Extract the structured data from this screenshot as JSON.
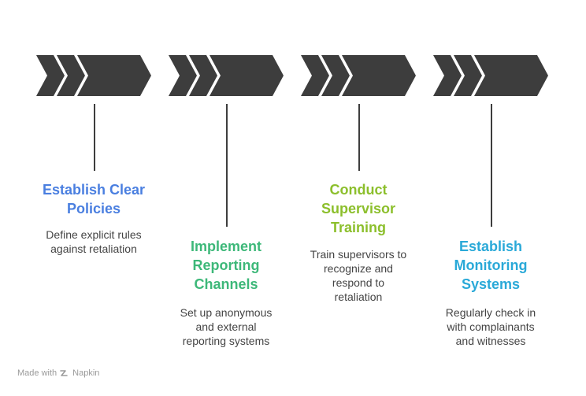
{
  "steps": [
    {
      "title": "Establish Clear Policies",
      "title_lines": [
        "Establish Clear",
        "Policies"
      ],
      "description_lines": [
        "Define explicit rules",
        "against retaliation"
      ],
      "color": "#4a7fe0"
    },
    {
      "title": "Implement Reporting Channels",
      "title_lines": [
        "Implement",
        "Reporting",
        "Channels"
      ],
      "description_lines": [
        "Set up anonymous",
        "and external",
        "reporting systems"
      ],
      "color": "#3db879"
    },
    {
      "title": "Conduct Supervisor Training",
      "title_lines": [
        "Conduct",
        "Supervisor",
        "Training"
      ],
      "description_lines": [
        "Train supervisors to",
        "recognize and",
        "respond to",
        "retaliation"
      ],
      "color": "#8cbf2c"
    },
    {
      "title": "Establish Monitoring Systems",
      "title_lines": [
        "Establish",
        "Monitoring",
        "Systems"
      ],
      "description_lines": [
        "Regularly check in",
        "with complainants",
        "and witnesses"
      ],
      "color": "#2aa9d8"
    }
  ],
  "arrow_color": "#3d3d3d",
  "footer": {
    "prefix": "Made with",
    "brand": "Napkin"
  }
}
